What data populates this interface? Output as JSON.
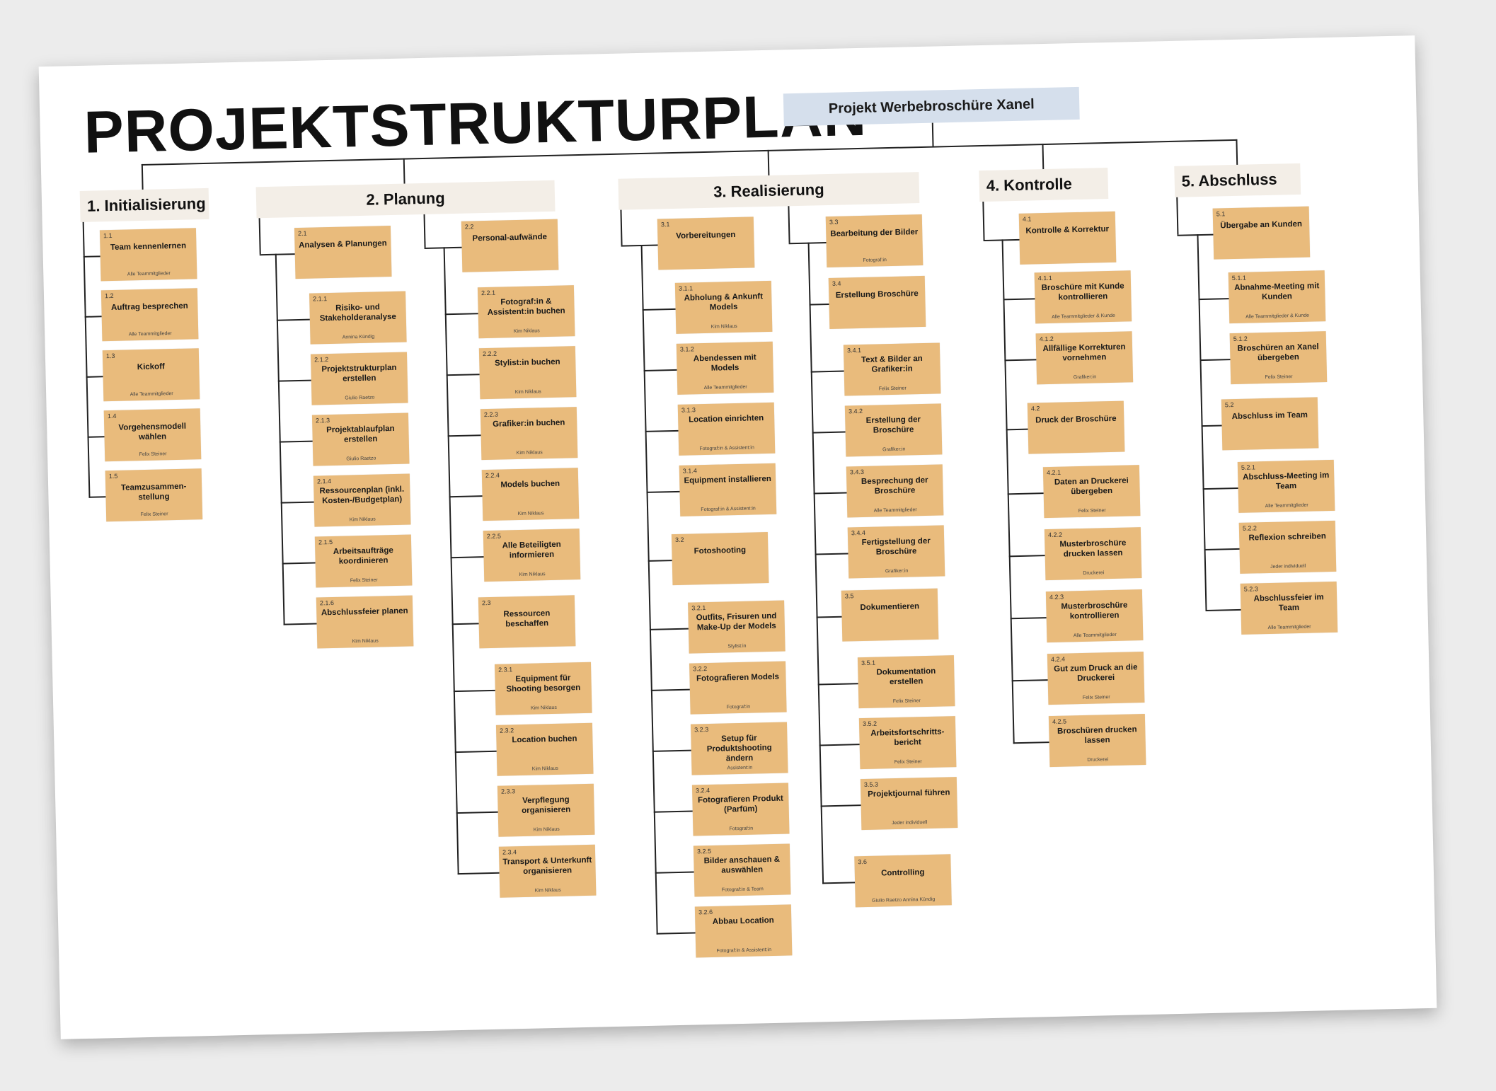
{
  "title": "PROJEKTSTRUKTURPLAN",
  "project": "Projekt Werbebroschüre Xanel",
  "colors": {
    "box": "#e9bb7c",
    "phase": "#f3eee7",
    "project": "#d5dfec"
  },
  "phases": [
    {
      "label": "1. Initialisierung",
      "items": [
        {
          "id": "1.1",
          "title": "Team kennenlernen",
          "owner": "Alle Teammitglieder"
        },
        {
          "id": "1.2",
          "title": "Auftrag besprechen",
          "owner": "Alle Teammitglieder"
        },
        {
          "id": "1.3",
          "title": "Kickoff",
          "owner": "Alle Teammitglieder"
        },
        {
          "id": "1.4",
          "title": "Vorgehensmodell wählen",
          "owner": "Felix Steiner"
        },
        {
          "id": "1.5",
          "title": "Teamzusammen-stellung",
          "owner": "Felix Steiner"
        }
      ]
    },
    {
      "label": "2. Planung",
      "items": [
        {
          "id": "2.1",
          "title": "Analysen & Planungen",
          "owner": ""
        },
        {
          "id": "2.1.1",
          "title": "Risiko- und Stakeholderanalyse",
          "owner": "Annina Kündig"
        },
        {
          "id": "2.1.2",
          "title": "Projektstrukturplan erstellen",
          "owner": "Giulio Raetzo"
        },
        {
          "id": "2.1.3",
          "title": "Projektablaufplan erstellen",
          "owner": "Giulio Raetzo"
        },
        {
          "id": "2.1.4",
          "title": "Ressourcenplan (inkl. Kosten-/Budgetplan)",
          "owner": "Kim Niklaus"
        },
        {
          "id": "2.1.5",
          "title": "Arbeitsaufträge koordinieren",
          "owner": "Felix Steiner"
        },
        {
          "id": "2.1.6",
          "title": "Abschlussfeier planen",
          "owner": "Kim Niklaus"
        },
        {
          "id": "2.2",
          "title": "Personal-aufwände",
          "owner": ""
        },
        {
          "id": "2.2.1",
          "title": "Fotograf:in & Assistent:in buchen",
          "owner": "Kim Niklaus"
        },
        {
          "id": "2.2.2",
          "title": "Stylist:in buchen",
          "owner": "Kim Niklaus"
        },
        {
          "id": "2.2.3",
          "title": "Grafiker:in buchen",
          "owner": "Kim Niklaus"
        },
        {
          "id": "2.2.4",
          "title": "Models buchen",
          "owner": "Kim Niklaus"
        },
        {
          "id": "2.2.5",
          "title": "Alle Beteiligten informieren",
          "owner": "Kim Niklaus"
        },
        {
          "id": "2.3",
          "title": "Ressourcen beschaffen",
          "owner": ""
        },
        {
          "id": "2.3.1",
          "title": "Equipment für Shooting besorgen",
          "owner": "Kim Niklaus"
        },
        {
          "id": "2.3.2",
          "title": "Location buchen",
          "owner": "Kim Niklaus"
        },
        {
          "id": "2.3.3",
          "title": "Verpflegung organisieren",
          "owner": "Kim Niklaus"
        },
        {
          "id": "2.3.4",
          "title": "Transport & Unterkunft organisieren",
          "owner": "Kim Niklaus"
        }
      ]
    },
    {
      "label": "3. Realisierung",
      "items": [
        {
          "id": "3.1",
          "title": "Vorbereitungen",
          "owner": ""
        },
        {
          "id": "3.1.1",
          "title": "Abholung & Ankunft Models",
          "owner": "Kim Niklaus"
        },
        {
          "id": "3.1.2",
          "title": "Abendessen mit Models",
          "owner": "Alle Teammitglieder"
        },
        {
          "id": "3.1.3",
          "title": "Location einrichten",
          "owner": "Fotograf:in & Assistent:in"
        },
        {
          "id": "3.1.4",
          "title": "Equipment installieren",
          "owner": "Fotograf:in & Assistent:in"
        },
        {
          "id": "3.2",
          "title": "Fotoshooting",
          "owner": ""
        },
        {
          "id": "3.2.1",
          "title": "Outfits, Frisuren und Make-Up der Models",
          "owner": "Stylist:in"
        },
        {
          "id": "3.2.2",
          "title": "Fotografieren Models",
          "owner": "Fotograf:in"
        },
        {
          "id": "3.2.3",
          "title": "Setup für Produktshooting ändern",
          "owner": "Assistent:in"
        },
        {
          "id": "3.2.4",
          "title": "Fotografieren Produkt (Parfüm)",
          "owner": "Fotograf:in"
        },
        {
          "id": "3.2.5",
          "title": "Bilder anschauen & auswählen",
          "owner": "Fotograf:in & Team"
        },
        {
          "id": "3.2.6",
          "title": "Abbau Location",
          "owner": "Fotograf:in & Assistent:in"
        },
        {
          "id": "3.3",
          "title": "Bearbeitung der Bilder",
          "owner": "Fotograf:in"
        },
        {
          "id": "3.4",
          "title": "Erstellung Broschüre",
          "owner": ""
        },
        {
          "id": "3.4.1",
          "title": "Text & Bilder an Grafiker:in",
          "owner": "Felix Steiner"
        },
        {
          "id": "3.4.2",
          "title": "Erstellung der Broschüre",
          "owner": "Grafiker:in"
        },
        {
          "id": "3.4.3",
          "title": "Besprechung der Broschüre",
          "owner": "Alle Teammitglieder"
        },
        {
          "id": "3.4.4",
          "title": "Fertigstellung der Broschüre",
          "owner": "Grafiker:in"
        },
        {
          "id": "3.5",
          "title": "Dokumentieren",
          "owner": ""
        },
        {
          "id": "3.5.1",
          "title": "Dokumentation erstellen",
          "owner": "Felix Steiner"
        },
        {
          "id": "3.5.2",
          "title": "Arbeitsfortschritts-bericht",
          "owner": "Felix Steiner"
        },
        {
          "id": "3.5.3",
          "title": "Projektjournal führen",
          "owner": "Jeder individuell"
        },
        {
          "id": "3.6",
          "title": "Controlling",
          "owner": "Giulio Raetzo Annina Kündig"
        }
      ]
    },
    {
      "label": "4. Kontrolle",
      "items": [
        {
          "id": "4.1",
          "title": "Kontrolle & Korrektur",
          "owner": ""
        },
        {
          "id": "4.1.1",
          "title": "Broschüre mit Kunde kontrollieren",
          "owner": "Alle Teammitglieder & Kunde"
        },
        {
          "id": "4.1.2",
          "title": "Allfällige Korrekturen vornehmen",
          "owner": "Grafiker:in"
        },
        {
          "id": "4.2",
          "title": "Druck der Broschüre",
          "owner": ""
        },
        {
          "id": "4.2.1",
          "title": "Daten an Druckerei übergeben",
          "owner": "Felix Steiner"
        },
        {
          "id": "4.2.2",
          "title": "Musterbroschüre drucken lassen",
          "owner": "Druckerei"
        },
        {
          "id": "4.2.3",
          "title": "Musterbroschüre kontrollieren",
          "owner": "Alle Teammitglieder"
        },
        {
          "id": "4.2.4",
          "title": "Gut zum Druck an die Druckerei",
          "owner": "Felix Steiner"
        },
        {
          "id": "4.2.5",
          "title": "Broschüren drucken lassen",
          "owner": "Druckerei"
        }
      ]
    },
    {
      "label": "5. Abschluss",
      "items": [
        {
          "id": "5.1",
          "title": "Übergabe an Kunden",
          "owner": ""
        },
        {
          "id": "5.1.1",
          "title": "Abnahme-Meeting mit Kunden",
          "owner": "Alle Teammitglieder & Kunde"
        },
        {
          "id": "5.1.2",
          "title": "Broschüren an Xanel übergeben",
          "owner": "Felix Steiner"
        },
        {
          "id": "5.2",
          "title": "Abschluss im Team",
          "owner": ""
        },
        {
          "id": "5.2.1",
          "title": "Abschluss-Meeting im Team",
          "owner": "Alle Teammitglieder"
        },
        {
          "id": "5.2.2",
          "title": "Reflexion schreiben",
          "owner": "Jeder individuell"
        },
        {
          "id": "5.2.3",
          "title": "Abschlussfeier im Team",
          "owner": "Alle Teammitglieder"
        }
      ]
    }
  ]
}
